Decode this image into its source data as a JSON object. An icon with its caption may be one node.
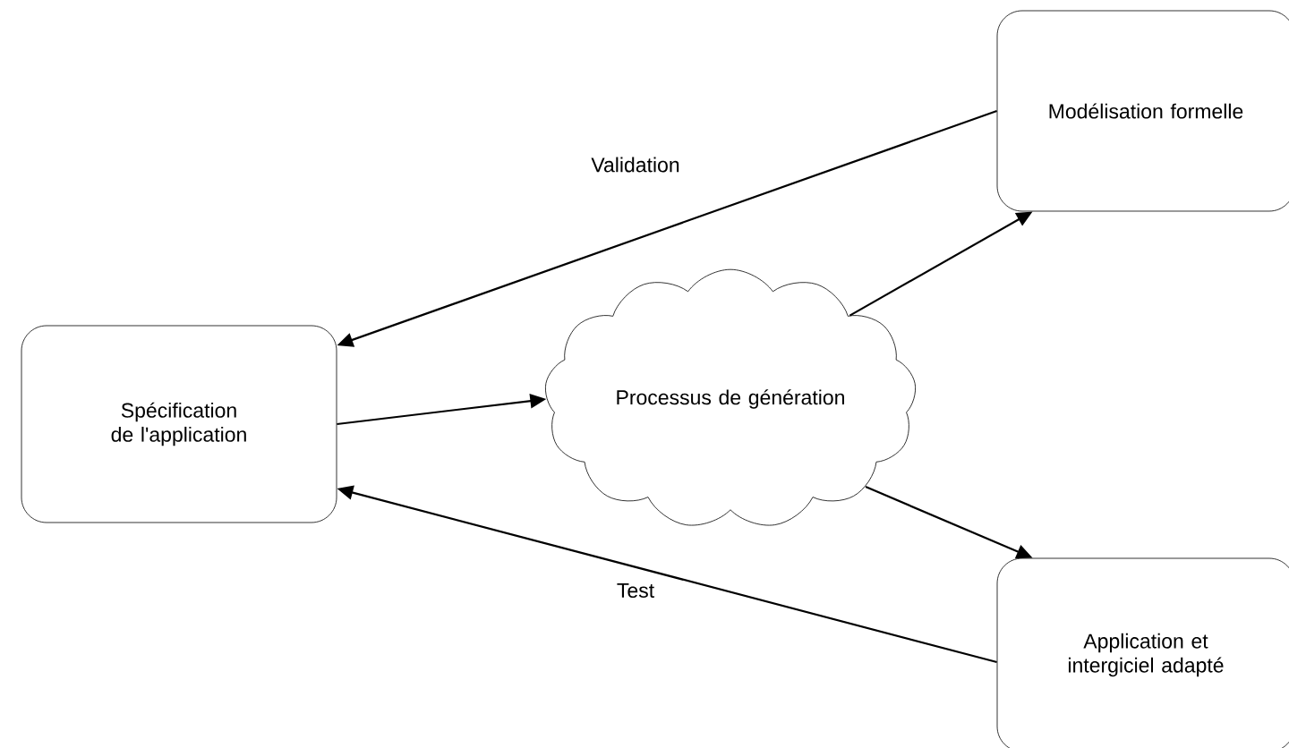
{
  "diagram": {
    "nodes": [
      {
        "text": [
          "Spécification de l'application"
        ]
      },
      {
        "text": [
          "Processus de génération"
        ]
      },
      {
        "text": [
          "Modélisation formelle"
        ]
      },
      {
        "text": [
          "Application et intergiciel adapté"
        ]
      }
    ],
    "edges": [
      {
        "from": 0,
        "to": 1,
        "arrow": "to"
      },
      {
        "from": 1,
        "to": 2,
        "arrow": "to"
      },
      {
        "from": 1,
        "to": 3,
        "arrow": "to"
      },
      {
        "from": 2,
        "to": 0,
        "arrow": "to",
        "label": "Validation"
      },
      {
        "from": 3,
        "to": 0,
        "arrow": "to",
        "label": "Test"
      }
    ]
  }
}
